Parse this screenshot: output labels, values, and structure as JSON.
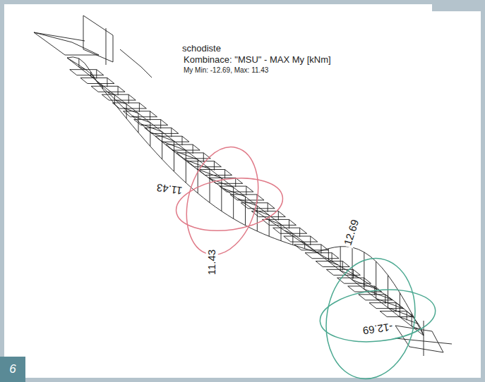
{
  "diagram": {
    "title": "schodiste",
    "labels": [
      "Kombinace: \"MSU\" - MAX My [kNm]",
      "My Min: -12.69, Max: 11.43",
      "11.43",
      "11.43",
      "12.69",
      "-12.69",
      "6"
    ]
  }
}
